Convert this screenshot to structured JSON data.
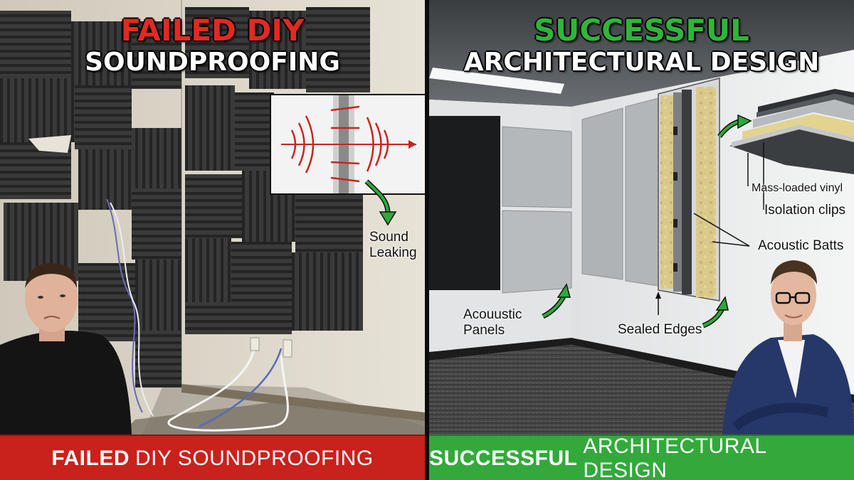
{
  "left": {
    "title_top": "FAILED DIY",
    "title_bottom": "SOUNDPROOFING",
    "callout_label_line1": "Sound",
    "callout_label_line2": "Leaking",
    "banner_bold": "FAILED",
    "banner_rest": "DIY SOUNDPROOFING",
    "accent_color": "#e02a22",
    "banner_color": "#c9211c"
  },
  "right": {
    "title_top": "SUCCESSFUL",
    "title_bottom": "ARCHITECTURAL DESIGN",
    "labels": {
      "mass_loaded_vinyl": "Mass-loaded vinyl",
      "isolation_clips": "Isolation clips",
      "acoustic_batts": "Acoustic Batts",
      "acoustic_panels_line1": "Acouustic",
      "acoustic_panels_line2": "Panels",
      "sealed_edges": "Sealed Edges"
    },
    "banner_bold": "SUCCESSFUL",
    "banner_rest": "ARCHITECTURAL DESIGN",
    "accent_color": "#2fb53a",
    "banner_color": "#33a93b"
  }
}
